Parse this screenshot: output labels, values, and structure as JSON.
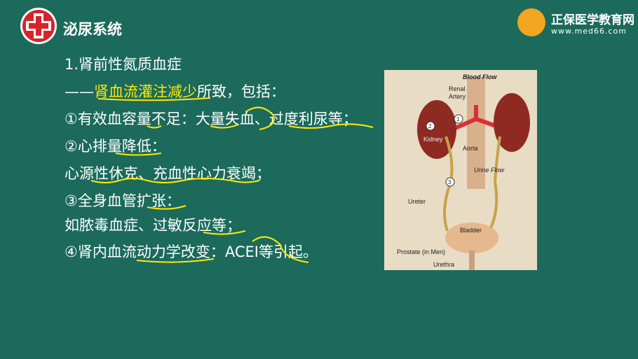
{
  "header": {
    "title": "泌尿系统",
    "brand_name": "正保医学教育网",
    "brand_url": "www.med66.com"
  },
  "content": {
    "lines": [
      "1.肾前性氮质血症",
      {
        "prefix": "——",
        "highlight": "肾血流灌注减少",
        "suffix": "所致，包括："
      },
      "①有效血容量不足：大量失血、过度利尿等；",
      "②心排量降低：",
      "心源性休克、充血性心力衰竭；",
      "③全身血管扩张：",
      "如脓毒血症、过敏反应等；",
      "④肾内血流动力学改变：ACEI等引起。"
    ]
  },
  "figure": {
    "labels": {
      "blood_flow": "Blood Flow",
      "renal_artery_1": "Renal",
      "renal_artery_2": "Artery",
      "kidney": "Kidney",
      "aorta": "Aorta",
      "urine_flow": "Urine Flow",
      "ureter": "Ureter",
      "bladder": "Bladder",
      "prostate": "Prostate (in Men)",
      "urethra": "Urethra",
      "n1": "1",
      "n2": "2",
      "n3": "3"
    }
  },
  "colors": {
    "background": "#1c6a5b",
    "highlight": "#ffea00",
    "accent": "#f2a51e"
  }
}
